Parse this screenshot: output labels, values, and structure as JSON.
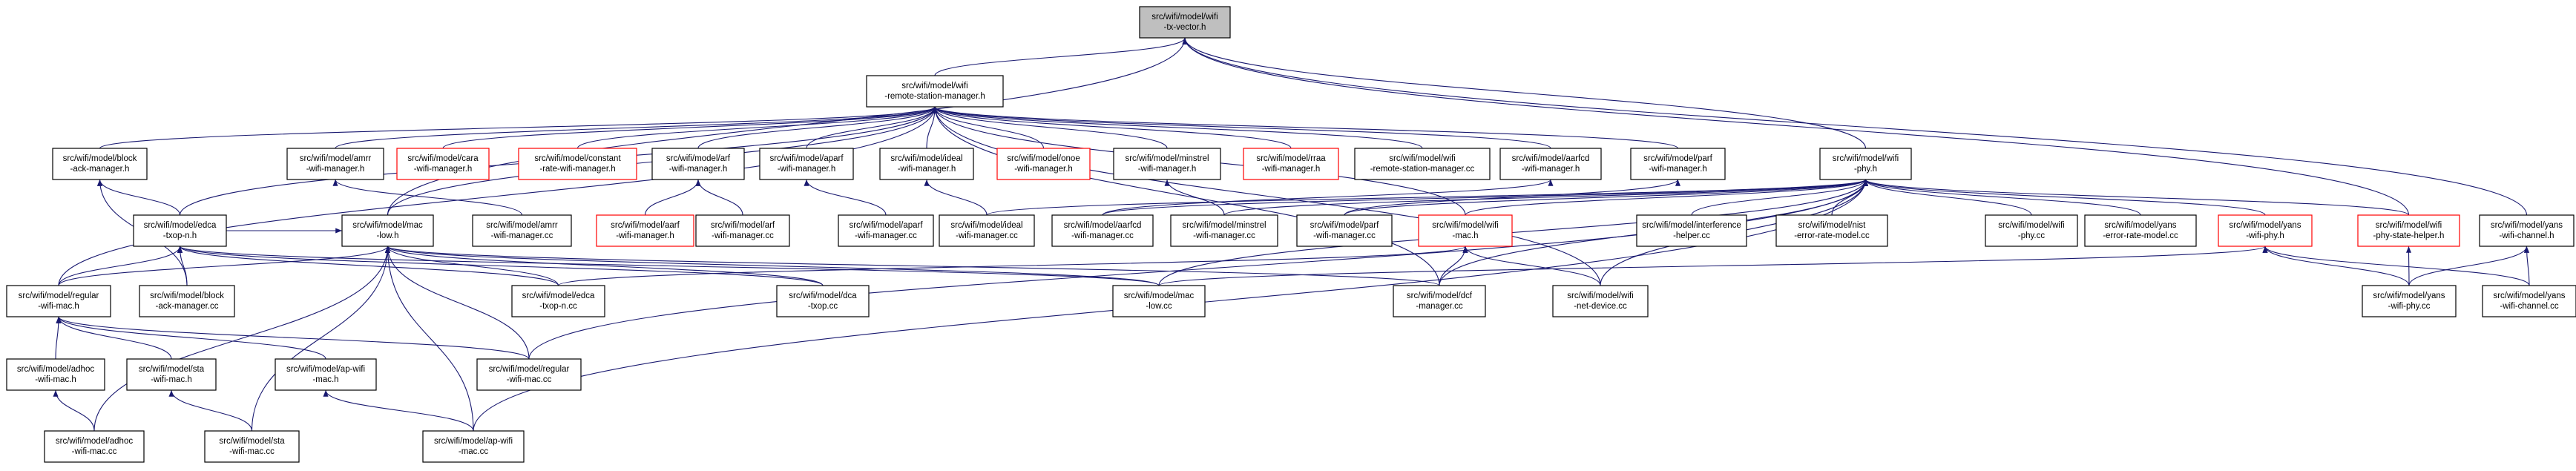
{
  "nodes": [
    {
      "id": "root",
      "lines": [
        "src/wifi/model/wifi",
        "-tx-vector.h"
      ],
      "style": "root"
    },
    {
      "id": "rsm",
      "lines": [
        "src/wifi/model/wifi",
        "-remote-station-manager.h"
      ],
      "style": "normal"
    },
    {
      "id": "block_h",
      "lines": [
        "src/wifi/model/block",
        "-ack-manager.h"
      ],
      "style": "normal"
    },
    {
      "id": "amrr_h",
      "lines": [
        "src/wifi/model/amrr",
        "-wifi-manager.h"
      ],
      "style": "normal"
    },
    {
      "id": "cara_h",
      "lines": [
        "src/wifi/model/cara",
        "-wifi-manager.h"
      ],
      "style": "red"
    },
    {
      "id": "constant_h",
      "lines": [
        "src/wifi/model/constant",
        "-rate-wifi-manager.h"
      ],
      "style": "red"
    },
    {
      "id": "arf_h",
      "lines": [
        "src/wifi/model/arf",
        "-wifi-manager.h"
      ],
      "style": "normal"
    },
    {
      "id": "aparf_h",
      "lines": [
        "src/wifi/model/aparf",
        "-wifi-manager.h"
      ],
      "style": "normal"
    },
    {
      "id": "ideal_h",
      "lines": [
        "src/wifi/model/ideal",
        "-wifi-manager.h"
      ],
      "style": "normal"
    },
    {
      "id": "onoe_h",
      "lines": [
        "src/wifi/model/onoe",
        "-wifi-manager.h"
      ],
      "style": "red"
    },
    {
      "id": "minstrel_h",
      "lines": [
        "src/wifi/model/minstrel",
        "-wifi-manager.h"
      ],
      "style": "normal"
    },
    {
      "id": "rraa_h",
      "lines": [
        "src/wifi/model/rraa",
        "-wifi-manager.h"
      ],
      "style": "red"
    },
    {
      "id": "rsm_cc",
      "lines": [
        "src/wifi/model/wifi",
        "-remote-station-manager.cc"
      ],
      "style": "normal"
    },
    {
      "id": "aarfcd_h",
      "lines": [
        "src/wifi/model/aarfcd",
        "-wifi-manager.h"
      ],
      "style": "normal"
    },
    {
      "id": "parf_h",
      "lines": [
        "src/wifi/model/parf",
        "-wifi-manager.h"
      ],
      "style": "normal"
    },
    {
      "id": "phy_h",
      "lines": [
        "src/wifi/model/wifi",
        "-phy.h"
      ],
      "style": "normal"
    },
    {
      "id": "edca_h",
      "lines": [
        "src/wifi/model/edca",
        "-txop-n.h"
      ],
      "style": "normal"
    },
    {
      "id": "maclow_h",
      "lines": [
        "src/wifi/model/mac",
        "-low.h"
      ],
      "style": "normal"
    },
    {
      "id": "amrr_cc",
      "lines": [
        "src/wifi/model/amrr",
        "-wifi-manager.cc"
      ],
      "style": "normal"
    },
    {
      "id": "aarf_h",
      "lines": [
        "src/wifi/model/aarf",
        "-wifi-manager.h"
      ],
      "style": "red"
    },
    {
      "id": "arf_cc",
      "lines": [
        "src/wifi/model/arf",
        "-wifi-manager.cc"
      ],
      "style": "normal"
    },
    {
      "id": "aparf_cc",
      "lines": [
        "src/wifi/model/aparf",
        "-wifi-manager.cc"
      ],
      "style": "normal"
    },
    {
      "id": "ideal_cc",
      "lines": [
        "src/wifi/model/ideal",
        "-wifi-manager.cc"
      ],
      "style": "normal"
    },
    {
      "id": "aarfcd_cc",
      "lines": [
        "src/wifi/model/aarfcd",
        "-wifi-manager.cc"
      ],
      "style": "normal"
    },
    {
      "id": "minstrel_cc",
      "lines": [
        "src/wifi/model/minstrel",
        "-wifi-manager.cc"
      ],
      "style": "normal"
    },
    {
      "id": "parf_cc",
      "lines": [
        "src/wifi/model/parf",
        "-wifi-manager.cc"
      ],
      "style": "normal"
    },
    {
      "id": "mac_h",
      "lines": [
        "src/wifi/model/wifi",
        "-mac.h"
      ],
      "style": "red"
    },
    {
      "id": "interf_cc",
      "lines": [
        "src/wifi/model/interference",
        "-helper.cc"
      ],
      "style": "normal"
    },
    {
      "id": "nist_cc",
      "lines": [
        "src/wifi/model/nist",
        "-error-rate-model.cc"
      ],
      "style": "normal"
    },
    {
      "id": "phy_cc",
      "lines": [
        "src/wifi/model/wifi",
        "-phy.cc"
      ],
      "style": "normal"
    },
    {
      "id": "yans_err_cc",
      "lines": [
        "src/wifi/model/yans",
        "-error-rate-model.cc"
      ],
      "style": "normal"
    },
    {
      "id": "yansphy_h",
      "lines": [
        "src/wifi/model/yans",
        "-wifi-phy.h"
      ],
      "style": "red"
    },
    {
      "id": "statehelper_h",
      "lines": [
        "src/wifi/model/wifi",
        "-phy-state-helper.h"
      ],
      "style": "red"
    },
    {
      "id": "yanschan_h",
      "lines": [
        "src/wifi/model/yans",
        "-wifi-channel.h"
      ],
      "style": "normal"
    },
    {
      "id": "regular_h",
      "lines": [
        "src/wifi/model/regular",
        "-wifi-mac.h"
      ],
      "style": "normal"
    },
    {
      "id": "block_cc",
      "lines": [
        "src/wifi/model/block",
        "-ack-manager.cc"
      ],
      "style": "normal"
    },
    {
      "id": "edca_cc",
      "lines": [
        "src/wifi/model/edca",
        "-txop-n.cc"
      ],
      "style": "normal"
    },
    {
      "id": "dca_cc",
      "lines": [
        "src/wifi/model/dca",
        "-txop.cc"
      ],
      "style": "normal"
    },
    {
      "id": "maclow_cc",
      "lines": [
        "src/wifi/model/mac",
        "-low.cc"
      ],
      "style": "normal"
    },
    {
      "id": "dcf_cc",
      "lines": [
        "src/wifi/model/dcf",
        "-manager.cc"
      ],
      "style": "normal"
    },
    {
      "id": "netdev_cc",
      "lines": [
        "src/wifi/model/wifi",
        "-net-device.cc"
      ],
      "style": "normal"
    },
    {
      "id": "yansphy_cc",
      "lines": [
        "src/wifi/model/yans",
        "-wifi-phy.cc"
      ],
      "style": "normal"
    },
    {
      "id": "yanschan_cc",
      "lines": [
        "src/wifi/model/yans",
        "-wifi-channel.cc"
      ],
      "style": "normal"
    },
    {
      "id": "adhoc_h",
      "lines": [
        "src/wifi/model/adhoc",
        "-wifi-mac.h"
      ],
      "style": "normal"
    },
    {
      "id": "sta_h",
      "lines": [
        "src/wifi/model/sta",
        "-wifi-mac.h"
      ],
      "style": "normal"
    },
    {
      "id": "ap_h",
      "lines": [
        "src/wifi/model/ap-wifi",
        "-mac.h"
      ],
      "style": "normal"
    },
    {
      "id": "regular_cc",
      "lines": [
        "src/wifi/model/regular",
        "-wifi-mac.cc"
      ],
      "style": "normal"
    },
    {
      "id": "adhoc_cc",
      "lines": [
        "src/wifi/model/adhoc",
        "-wifi-mac.cc"
      ],
      "style": "normal"
    },
    {
      "id": "sta_cc",
      "lines": [
        "src/wifi/model/sta",
        "-wifi-mac.cc"
      ],
      "style": "normal"
    },
    {
      "id": "ap_cc",
      "lines": [
        "src/wifi/model/ap-wifi",
        "-mac.cc"
      ],
      "style": "normal"
    }
  ],
  "edges": [
    [
      "rsm",
      "root"
    ],
    [
      "phy_h",
      "root"
    ],
    [
      "maclow_h",
      "root"
    ],
    [
      "statehelper_h",
      "root"
    ],
    [
      "yanschan_h",
      "root"
    ],
    [
      "block_h",
      "rsm"
    ],
    [
      "amrr_h",
      "rsm"
    ],
    [
      "cara_h",
      "rsm"
    ],
    [
      "constant_h",
      "rsm"
    ],
    [
      "arf_h",
      "rsm"
    ],
    [
      "aparf_h",
      "rsm"
    ],
    [
      "ideal_h",
      "rsm"
    ],
    [
      "onoe_h",
      "rsm"
    ],
    [
      "minstrel_h",
      "rsm"
    ],
    [
      "rraa_h",
      "rsm"
    ],
    [
      "rsm_cc",
      "rsm"
    ],
    [
      "aarfcd_h",
      "rsm"
    ],
    [
      "parf_h",
      "rsm"
    ],
    [
      "edca_h",
      "rsm"
    ],
    [
      "maclow_h",
      "rsm"
    ],
    [
      "regular_h",
      "rsm"
    ],
    [
      "mac_h",
      "rsm"
    ],
    [
      "netdev_cc",
      "rsm"
    ],
    [
      "dcf_cc",
      "rsm"
    ],
    [
      "amrr_cc",
      "amrr_h"
    ],
    [
      "aarf_h",
      "arf_h"
    ],
    [
      "arf_cc",
      "arf_h"
    ],
    [
      "aparf_cc",
      "aparf_h"
    ],
    [
      "ideal_cc",
      "ideal_h"
    ],
    [
      "minstrel_cc",
      "minstrel_h"
    ],
    [
      "aarfcd_cc",
      "aarfcd_h"
    ],
    [
      "parf_cc",
      "parf_h"
    ],
    [
      "edca_h",
      "block_h"
    ],
    [
      "block_cc",
      "block_h"
    ],
    [
      "regular_h",
      "edca_h"
    ],
    [
      "block_cc",
      "edca_h"
    ],
    [
      "edca_cc",
      "edca_h"
    ],
    [
      "dca_cc",
      "edca_h"
    ],
    [
      "maclow_cc",
      "edca_h"
    ],
    [
      "edca_h",
      "maclow_h"
    ],
    [
      "regular_h",
      "maclow_h"
    ],
    [
      "edca_cc",
      "maclow_h"
    ],
    [
      "dca_cc",
      "maclow_h"
    ],
    [
      "maclow_cc",
      "maclow_h"
    ],
    [
      "dcf_cc",
      "maclow_h"
    ],
    [
      "regular_cc",
      "maclow_h"
    ],
    [
      "adhoc_cc",
      "maclow_h"
    ],
    [
      "sta_cc",
      "maclow_h"
    ],
    [
      "ap_cc",
      "maclow_h"
    ],
    [
      "mac_h",
      "phy_h"
    ],
    [
      "interf_cc",
      "phy_h"
    ],
    [
      "nist_cc",
      "phy_h"
    ],
    [
      "phy_cc",
      "phy_h"
    ],
    [
      "yans_err_cc",
      "phy_h"
    ],
    [
      "yansphy_h",
      "phy_h"
    ],
    [
      "statehelper_h",
      "phy_h"
    ],
    [
      "aarfcd_cc",
      "phy_h"
    ],
    [
      "ideal_cc",
      "phy_h"
    ],
    [
      "parf_cc",
      "phy_h"
    ],
    [
      "minstrel_cc",
      "phy_h"
    ],
    [
      "maclow_cc",
      "phy_h"
    ],
    [
      "netdev_cc",
      "phy_h"
    ],
    [
      "dcf_cc",
      "phy_h"
    ],
    [
      "regular_cc",
      "phy_h"
    ],
    [
      "ap_cc",
      "phy_h"
    ],
    [
      "edca_cc",
      "mac_h"
    ],
    [
      "dcf_cc",
      "mac_h"
    ],
    [
      "netdev_cc",
      "mac_h"
    ],
    [
      "maclow_cc",
      "yansphy_h"
    ],
    [
      "yansphy_cc",
      "yansphy_h"
    ],
    [
      "yanschan_cc",
      "yansphy_h"
    ],
    [
      "yansphy_cc",
      "statehelper_h"
    ],
    [
      "yansphy_cc",
      "yanschan_h"
    ],
    [
      "yanschan_cc",
      "yanschan_h"
    ],
    [
      "adhoc_h",
      "regular_h"
    ],
    [
      "sta_h",
      "regular_h"
    ],
    [
      "ap_h",
      "regular_h"
    ],
    [
      "regular_cc",
      "regular_h"
    ],
    [
      "adhoc_cc",
      "adhoc_h"
    ],
    [
      "sta_cc",
      "sta_h"
    ],
    [
      "ap_cc",
      "ap_h"
    ]
  ]
}
